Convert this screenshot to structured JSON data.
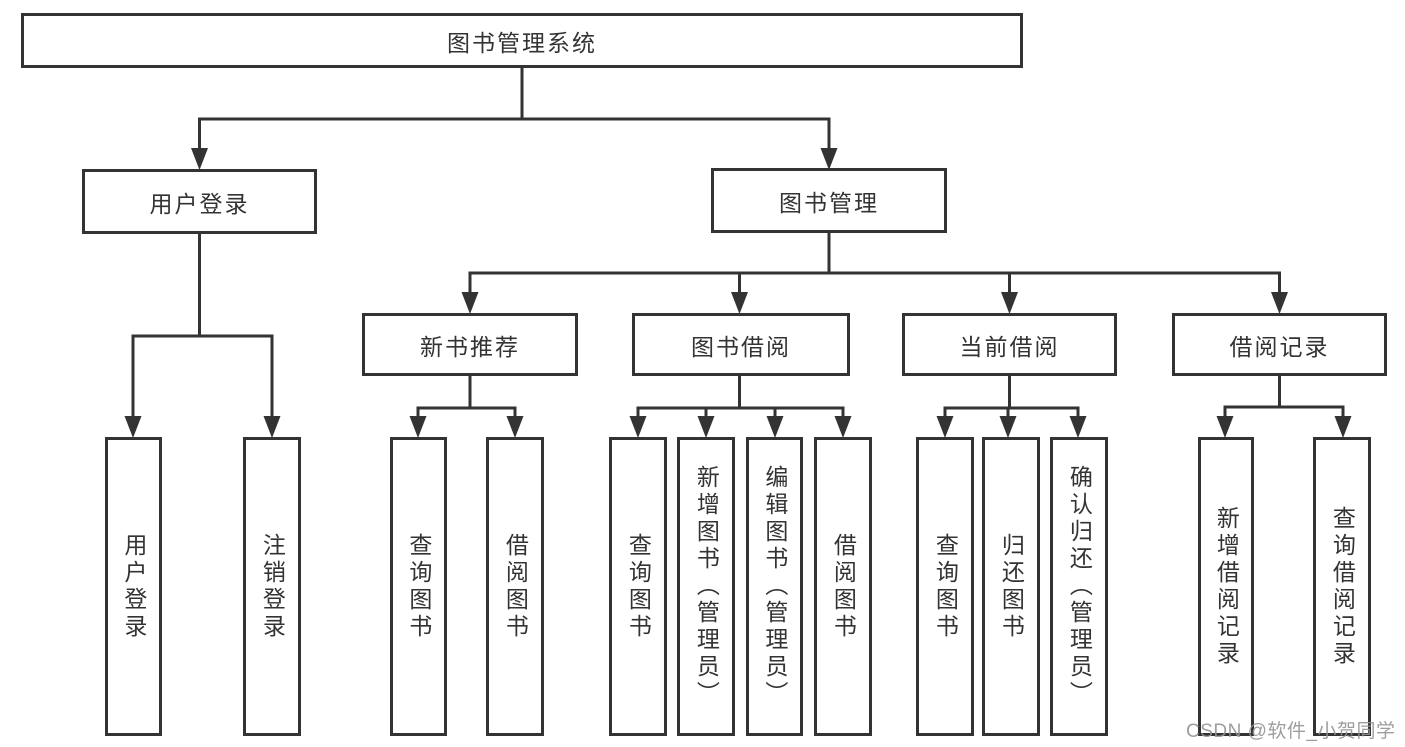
{
  "diagram": {
    "root": {
      "label": "图书管理系统"
    },
    "branches": [
      {
        "label": "用户登录",
        "children": [
          {
            "label": "用户登录"
          },
          {
            "label": "注销登录"
          }
        ]
      },
      {
        "label": "图书管理",
        "children": [
          {
            "label": "新书推荐",
            "children": [
              {
                "label": "查询图书"
              },
              {
                "label": "借阅图书"
              }
            ]
          },
          {
            "label": "图书借阅",
            "children": [
              {
                "label": "查询图书"
              },
              {
                "label": "新增图书（管理员）"
              },
              {
                "label": "编辑图书（管理员）"
              },
              {
                "label": "借阅图书"
              }
            ]
          },
          {
            "label": "当前借阅",
            "children": [
              {
                "label": "查询图书"
              },
              {
                "label": "归还图书"
              },
              {
                "label": "确认归还（管理员）"
              }
            ]
          },
          {
            "label": "借阅记录",
            "children": [
              {
                "label": "新增借阅记录"
              },
              {
                "label": "查询借阅记录"
              }
            ]
          }
        ]
      }
    ],
    "watermark": "CSDN @软件_小贺同学",
    "colors": {
      "line": "#333333",
      "text": "#333333",
      "box_background": "#ffffff",
      "watermark": "#949494",
      "background": "#ffffff"
    }
  }
}
